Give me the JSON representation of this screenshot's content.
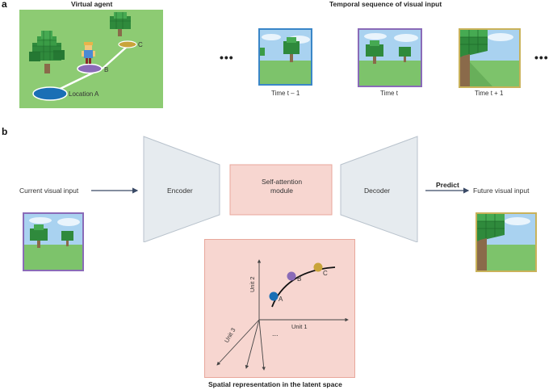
{
  "panel_a": {
    "letter": "a",
    "title_left": "Virtual agent",
    "title_right": "Temporal sequence of visual input",
    "location_labels": {
      "A": "Location A",
      "B": "B",
      "C": "C"
    },
    "ellipsis": "•••",
    "frames": [
      {
        "label": "Time t – 1",
        "border": "#3a86c8"
      },
      {
        "label": "Time t",
        "border": "#8a6bb8"
      },
      {
        "label": "Time t + 1",
        "border": "#c9b25a"
      }
    ]
  },
  "panel_b": {
    "letter": "b",
    "input_label": "Current visual input",
    "encoder": "Encoder",
    "attention": "Self-attention module",
    "decoder": "Decoder",
    "predict": "Predict",
    "output_label": "Future visual input",
    "latent": {
      "title": "Spatial representation in the latent space",
      "unit1": "Unit 1",
      "unit2": "Unit 2",
      "unit3": "Unit 3",
      "points": {
        "A": "A",
        "B": "B",
        "C": "C"
      },
      "ellipsis": "..."
    }
  },
  "colors": {
    "location_a": "#1a6fb5",
    "location_b": "#8a6bb8",
    "location_c": "#c9a43a",
    "attention_fill": "#f7d6d0",
    "attention_border": "#e8a79b",
    "encoder_fill": "#e6ebef",
    "scene_green": "#7dc36b"
  }
}
